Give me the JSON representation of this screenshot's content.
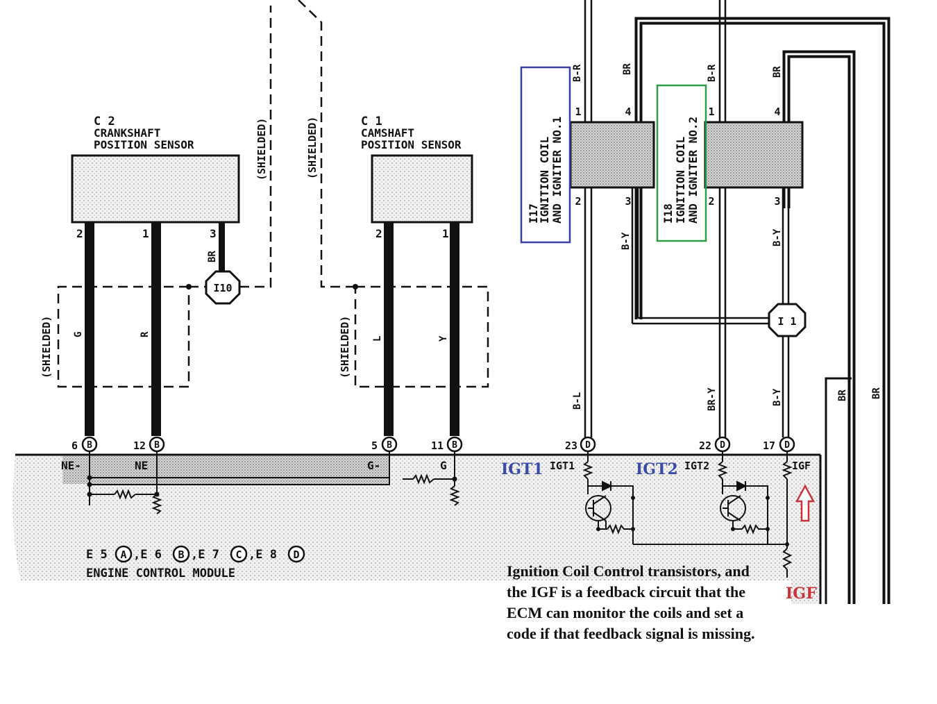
{
  "sensors": {
    "crank": {
      "id": "C 2",
      "line1": "CRANKSHAFT",
      "line2": "POSITION SENSOR",
      "pins": [
        "2",
        "1",
        "3"
      ],
      "wires": [
        "G",
        "R"
      ],
      "shield_wire": "BR"
    },
    "cam": {
      "id": "C 1",
      "line1": "CAMSHAFT",
      "line2": "POSITION SENSOR",
      "pins": [
        "2",
        "1"
      ],
      "wires": [
        "L",
        "Y"
      ]
    }
  },
  "shielded": "(SHIELDED)",
  "junctions": {
    "i10": "I10",
    "i1": "I 1"
  },
  "coils": {
    "coil1": {
      "line1": "I17",
      "line2": "IGNITION COIL",
      "line3": "AND IGNITER NO.1",
      "pins": [
        "1",
        "4",
        "2",
        "3"
      ],
      "wires_top": [
        "B-R",
        "BR"
      ],
      "wires_bottom": [
        "B-Y",
        "B-L"
      ],
      "frame_color": "#3a3fa0"
    },
    "coil2": {
      "line1": "I18",
      "line2": "IGNITION COIL",
      "line3": "AND IGNITER NO.2",
      "pins": [
        "1",
        "4",
        "2",
        "3"
      ],
      "wires_top": [
        "B-R",
        "BR"
      ],
      "wires_bottom": [
        "B-Y",
        "BR-Y",
        "B-Y"
      ],
      "frame_color": "#2e9a4a"
    }
  },
  "ecm": {
    "terminals": [
      {
        "num": "6",
        "conn": "B"
      },
      {
        "num": "12",
        "conn": "B"
      },
      {
        "num": "5",
        "conn": "B"
      },
      {
        "num": "11",
        "conn": "B"
      },
      {
        "num": "23",
        "conn": "D"
      },
      {
        "num": "22",
        "conn": "D"
      },
      {
        "num": "17",
        "conn": "D"
      }
    ],
    "signals": [
      "NE-",
      "NE",
      "G-",
      "G",
      "IGT1",
      "IGT2",
      "IGF"
    ],
    "connectors_line": [
      {
        "pre": "E 5",
        "conn": "A"
      },
      {
        "pre": ",E 6",
        "conn": "B"
      },
      {
        "pre": ",E 7",
        "conn": "C"
      },
      {
        "pre": ",E 8",
        "conn": "D"
      }
    ],
    "name": "ENGINE CONTROL MODULE"
  },
  "right_wires": [
    "BR",
    "BR"
  ],
  "annotations": {
    "igt1": "IGT1",
    "igt2": "IGT2",
    "igf": "IGF",
    "igt_color": "#3a4aa8",
    "igf_color": "#c8343a",
    "note": "Ignition Coil Control transistors, and the IGF is a feedback circuit that the ECM can monitor the coils and set a code if that feedback signal is missing."
  }
}
